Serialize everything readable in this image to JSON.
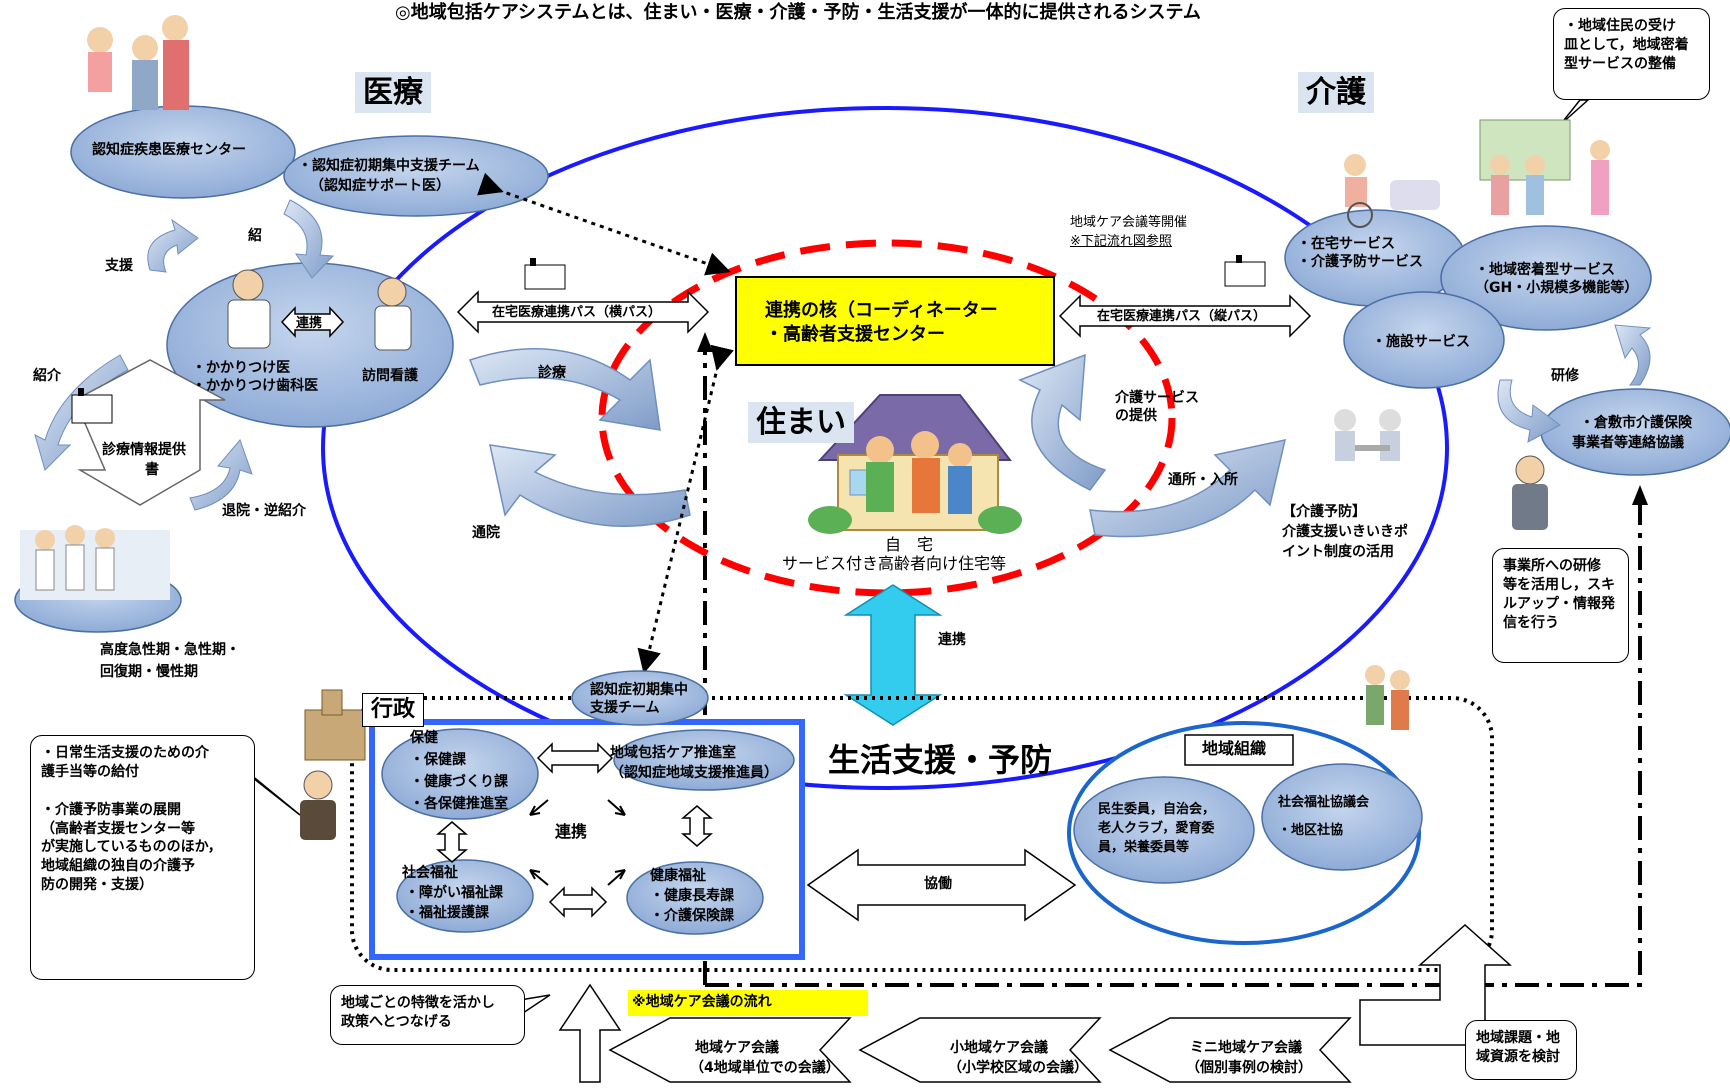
{
  "title": "◎地域包括ケアシステムとは、住まい・医療・介護・予防・生活支援が一体的に提供されるシステム",
  "headers": {
    "iryo": "医療",
    "kaigo": "介護",
    "sumai": "住まい",
    "gyosei": "行政",
    "seikatsu": "生活支援・予防",
    "chiiki_soshiki": "地域組織"
  },
  "medical": {
    "center": "認知症疾患医療センター",
    "team_line1": "・認知症初期集中支援チーム",
    "team_line2": "（認知症サポート医）",
    "shoukai_short": "紹",
    "shien": "支援",
    "renkei_arrow": "連携",
    "doctor_line1": "・かかりつけ医",
    "doctor_line2": "・かかりつけ歯科医",
    "houmon": "訪問看護",
    "shoukai": "紹介",
    "shinryou_joho_line1": "診療情報提供",
    "shinryou_joho_line2": "書",
    "taiin": "退院・逆紹介",
    "hospital_line1": "高度急性期・急性期・",
    "hospital_line2": "回復期・慢性期",
    "path_left": "在宅医療連携パス（横パス）",
    "shinryo": "診療",
    "tsuin": "通院"
  },
  "care": {
    "zaitaku_line1": "・在宅サービス",
    "zaitaku_line2": "・介護予防サービス",
    "chiiki_mitchaku_line1": "・地域密着型サービス",
    "chiiki_mitchaku_line2": "（GH・小規模多機能等）",
    "shisetsu": "・施設サービス",
    "path_right": "在宅医療連携パス（縦パス）",
    "kaigo_service_line1": "介護サービス",
    "kaigo_service_line2": "の提供",
    "tsusho": "通所・入所",
    "yobo_line1": "【介護予防】",
    "yobo_line2": "介護支援いきいきポ",
    "yobo_line3": "イント制度の活用",
    "kenshu": "研修",
    "kurashiki_line1": "・倉敷市介護保険",
    "kurashiki_line2": "事業者等連絡協議"
  },
  "core": {
    "note_line1": "地域ケア会議等開催",
    "note_line2": "※下記流れ図参照",
    "line1": "連携の核（コーディネーター",
    "line2": "・高齢者支援センター",
    "home_line1": "自　宅",
    "home_line2": "サービス付き高齢者向け住宅等",
    "renkei": "連携"
  },
  "gov": {
    "team_line1": "認知症初期集中",
    "team_line2": "支援チーム",
    "hoken_title": "保健",
    "hoken_1": "・保健課",
    "hoken_2": "・健康づくり課",
    "hoken_3": "・各保健推進室",
    "suishin_line1": "地域包括ケア推進室",
    "suishin_line2": "（認知症地域支援推進員）",
    "renkei": "連携",
    "shakai_title": "社会福祉",
    "shakai_1": "・障がい福祉課",
    "shakai_2": "・福祉援護課",
    "kenko_title": "健康福祉",
    "kenko_1": "・健康長寿課",
    "kenko_2": "・介護保険課"
  },
  "community": {
    "kyodo": "協働",
    "minsei_line1": "民生委員，自治会，",
    "minsei_line2": "老人クラブ，愛育委",
    "minsei_line3": "員，栄養委員等",
    "shakyo_line1": "社会福祉協議会",
    "shakyo_line2": "・地区社協"
  },
  "callouts": {
    "top_right": "・地域住民の受け\n皿として，地域密着\n型サービスの整備",
    "left_gov": "・日常生活支援のための介\n護手当等の給付\n\n・介護予防事業の展開\n（高齢者支援センター等\nが実施しているもののほか，\n地域組織の独自の介護予\n防の開発・支援）",
    "right_training": "事業所への研修\n等を活用し，スキ\nルアップ・情報発\n信を行う",
    "policy": "地域ごとの特徴を活かし\n政策へとつなげる",
    "issues": "地域課題・地\n域資源を検討"
  },
  "flow": {
    "tag": "※地域ケア会議の流れ",
    "mini_line1": "ミニ地域ケア会議",
    "mini_line2": "（個別事例の検討）",
    "small_line1": "小地域ケア会議",
    "small_line2": "（小学校区域の会議）",
    "area_line1": "地域ケア会議",
    "area_line2": "（4地域単位での会議）"
  },
  "colors": {
    "ellipse_fill": "#a9bfe0",
    "ellipse_stroke": "#4a6fa5",
    "big_ellipse": "#1a1aff",
    "red_dash": "#ff0000",
    "core_fill": "#ffff00",
    "gov_border": "#3366ff",
    "teal_arrow": "#33ccee",
    "header_bg": "#dbe5f1"
  }
}
